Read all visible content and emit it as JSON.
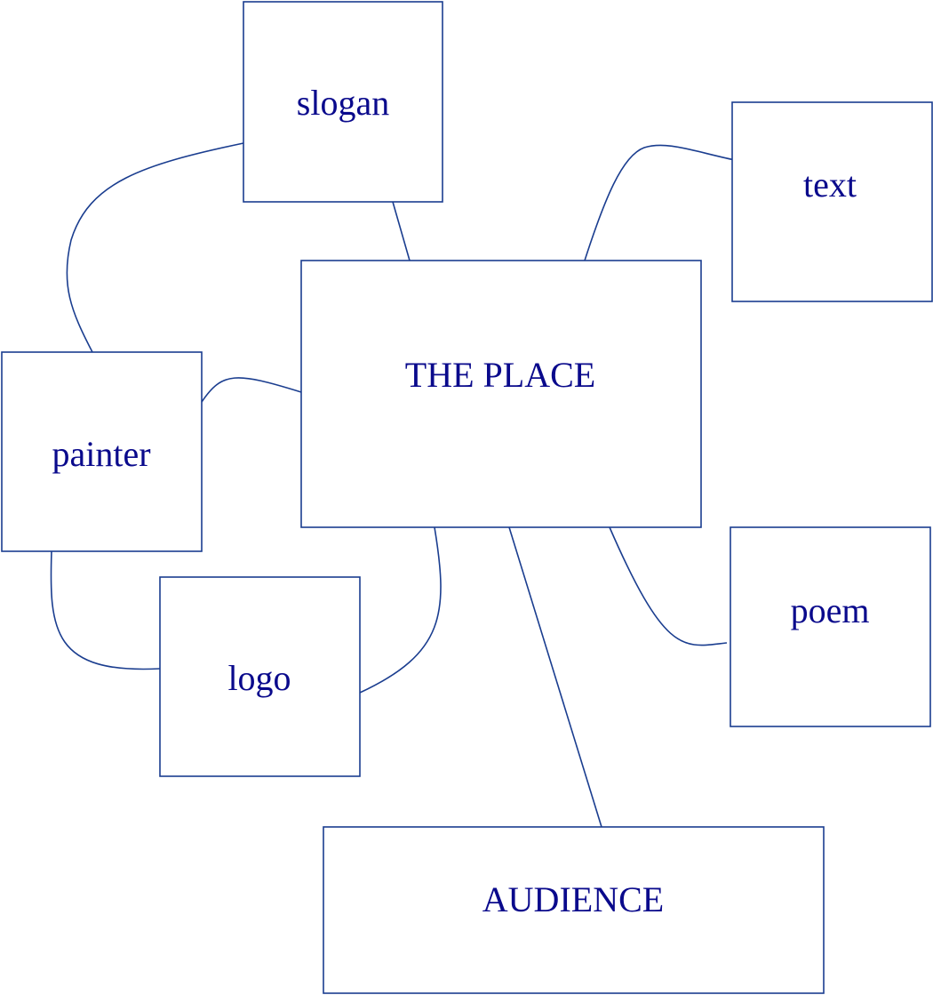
{
  "colors": {
    "stroke": "#1a3d8f",
    "text": "#0a0a8c",
    "background": "#ffffff"
  },
  "nodes": {
    "slogan": {
      "label": "slogan"
    },
    "text": {
      "label": "text"
    },
    "the_place": {
      "label": "THE PLACE"
    },
    "painter": {
      "label": "painter"
    },
    "logo": {
      "label": "logo"
    },
    "poem": {
      "label": "poem"
    },
    "audience": {
      "label": "AUDIENCE"
    }
  },
  "edges": [
    {
      "from": "slogan",
      "to": "the_place"
    },
    {
      "from": "slogan",
      "to": "painter"
    },
    {
      "from": "text",
      "to": "the_place"
    },
    {
      "from": "painter",
      "to": "the_place"
    },
    {
      "from": "painter",
      "to": "logo"
    },
    {
      "from": "logo",
      "to": "the_place"
    },
    {
      "from": "poem",
      "to": "the_place"
    },
    {
      "from": "audience",
      "to": "the_place"
    }
  ]
}
